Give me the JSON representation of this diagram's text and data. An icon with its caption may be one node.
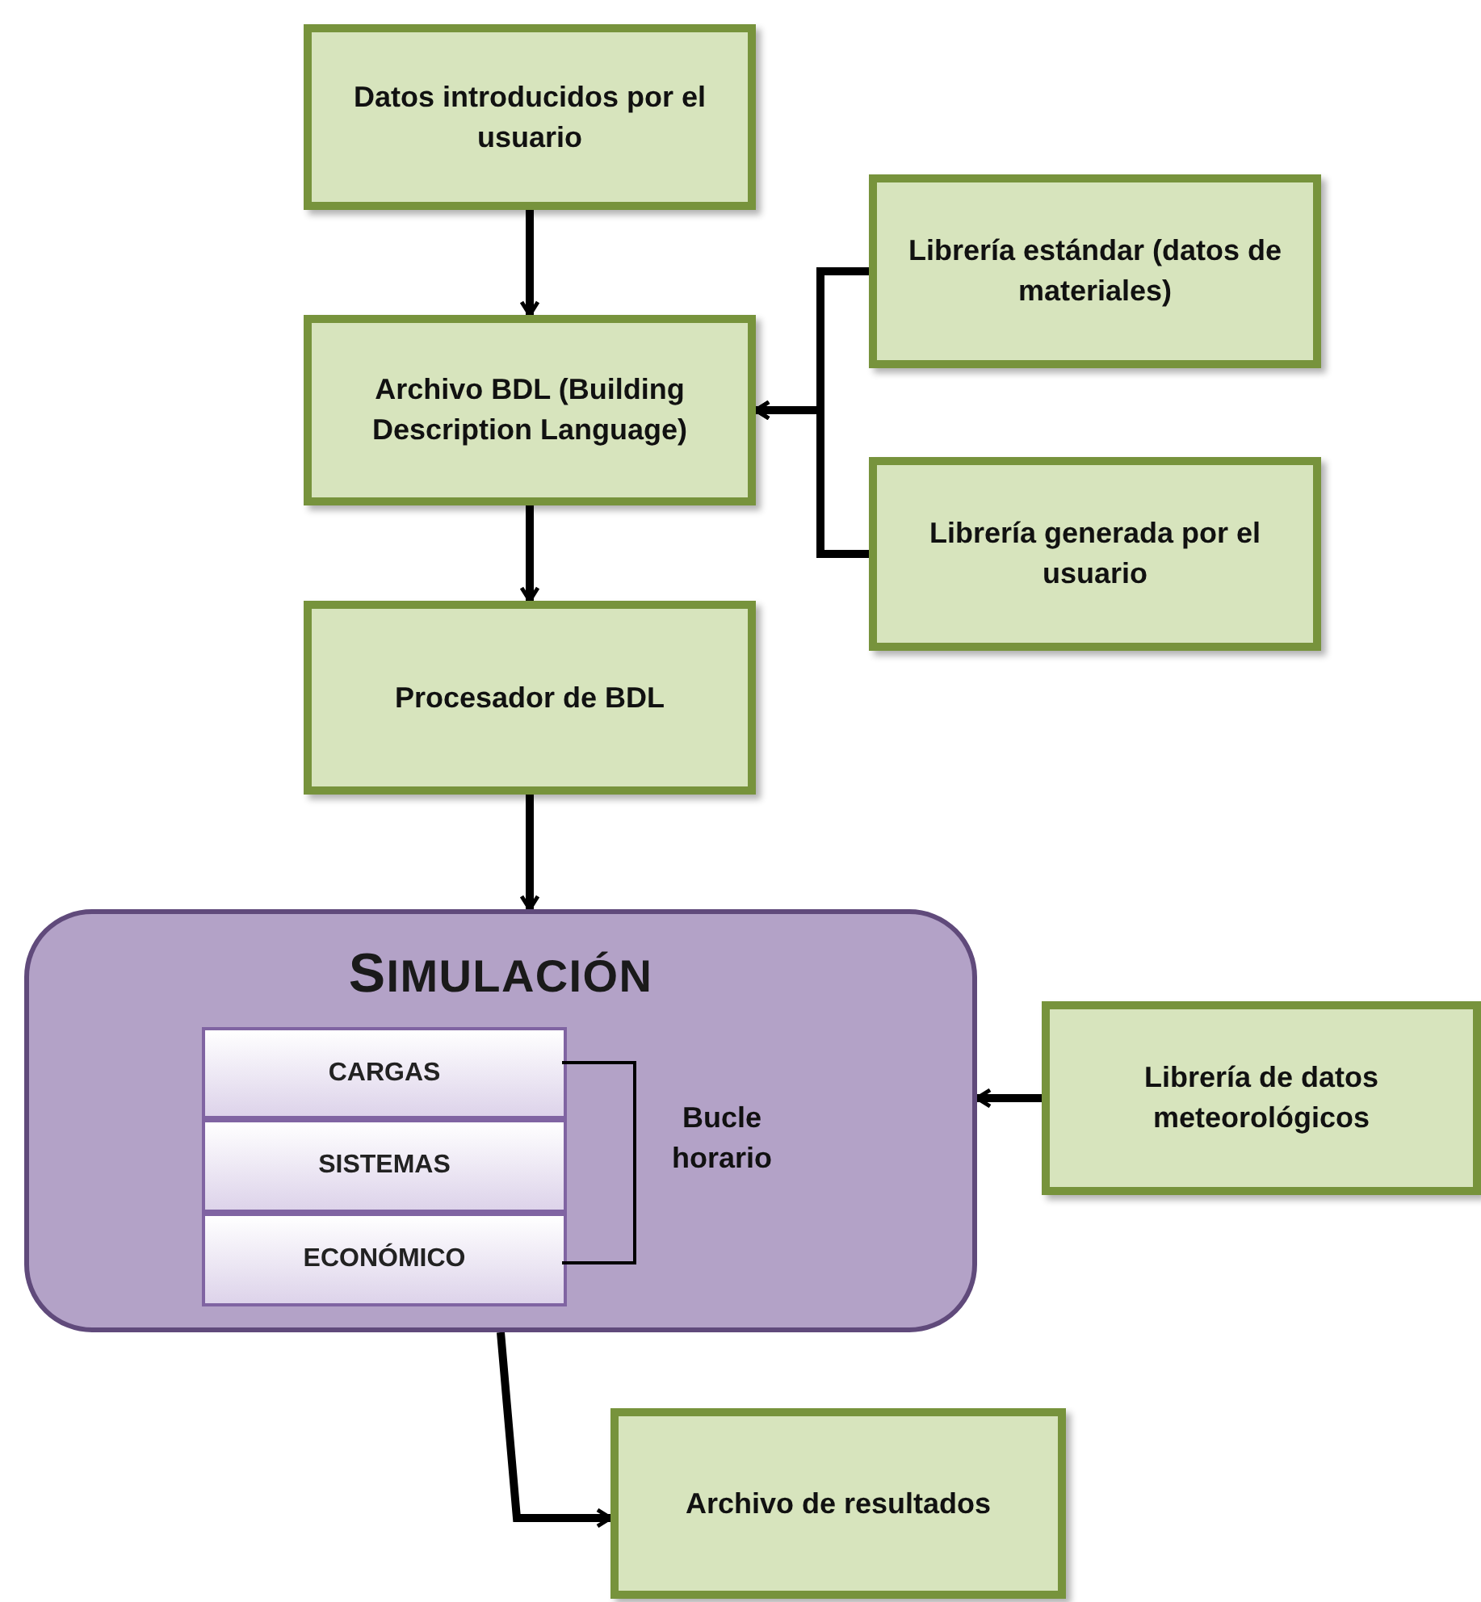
{
  "diagram": {
    "nodes": [
      {
        "text": [
          "Datos introducidos por el usuario"
        ]
      },
      {
        "text": [
          "Archivo BDL (Building Description Language)"
        ]
      },
      {
        "text": [
          "Librería estándar (datos de materiales)"
        ]
      },
      {
        "text": [
          "Librería generada por el usuario"
        ]
      },
      {
        "text": [
          "Procesador de BDL"
        ]
      },
      {
        "text": [
          "SIMULACIÓN"
        ]
      },
      {
        "text": [
          "CARGAS"
        ],
        "in": 5
      },
      {
        "text": [
          "SISTEMAS"
        ],
        "in": 5
      },
      {
        "text": [
          "ECONÓMICO"
        ],
        "in": 5
      },
      {
        "text": [
          "Librería de datos meteorológicos"
        ]
      },
      {
        "text": [
          "Archivo de resultados"
        ]
      }
    ],
    "edges": [
      {
        "from": 0,
        "to": 1,
        "arrow": "to"
      },
      {
        "from": 2,
        "to": 1,
        "arrow": "to"
      },
      {
        "from": 3,
        "to": 1,
        "arrow": "to"
      },
      {
        "from": 1,
        "to": 4,
        "arrow": "to"
      },
      {
        "from": 4,
        "to": 5,
        "arrow": "to"
      },
      {
        "from": 9,
        "to": 5,
        "arrow": "to"
      },
      {
        "from": 5,
        "to": 10,
        "arrow": "to"
      }
    ],
    "labels": [
      "Bucle horario"
    ]
  }
}
